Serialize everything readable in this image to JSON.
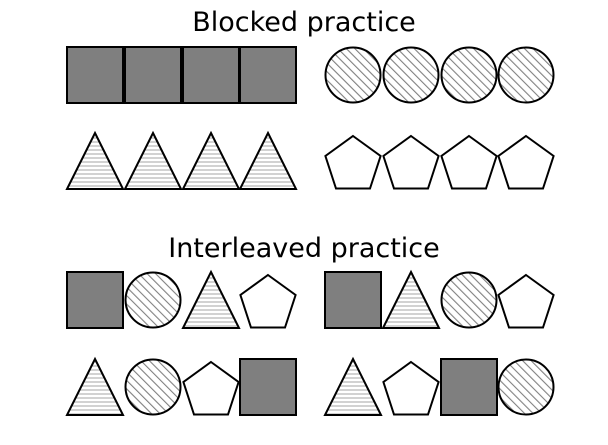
{
  "blocked": {
    "title": "Blocked practice",
    "rows": [
      [
        "square",
        "square",
        "square",
        "square",
        "circle",
        "circle",
        "circle",
        "circle"
      ],
      [
        "triangle",
        "triangle",
        "triangle",
        "triangle",
        "pentagon",
        "pentagon",
        "pentagon",
        "pentagon"
      ]
    ]
  },
  "interleaved": {
    "title": "Interleaved practice",
    "rows": [
      [
        "square",
        "circle",
        "triangle",
        "pentagon",
        "square",
        "triangle",
        "circle",
        "pentagon"
      ],
      [
        "triangle",
        "circle",
        "pentagon",
        "square",
        "triangle",
        "pentagon",
        "square",
        "circle"
      ]
    ]
  },
  "colors": {
    "square_fill": "#7f7f7f",
    "stroke": "#000000",
    "circle_hatch": "#808080",
    "triangle_lines": "#a6a6a6",
    "pentagon_fill": "#ffffff"
  }
}
